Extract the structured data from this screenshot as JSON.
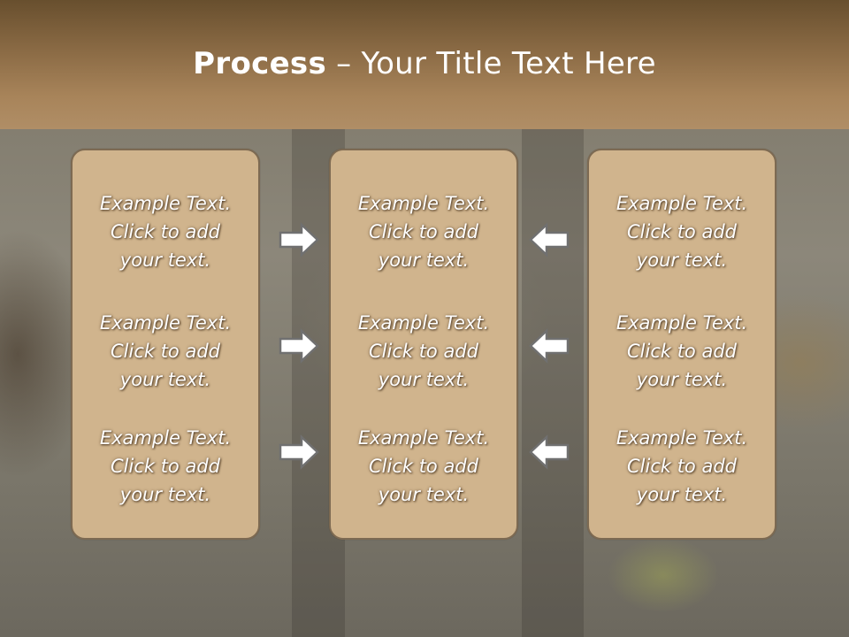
{
  "slide": {
    "title_bold": "Process",
    "title_rest": " – Your Title Text Here"
  },
  "columns": [
    {
      "items": [
        {
          "line1": "Example Text.",
          "line2": "Click  to add",
          "line3": "your text."
        },
        {
          "line1": "Example Text.",
          "line2": "Click  to add",
          "line3": "your text."
        },
        {
          "line1": "Example Text.",
          "line2": "Click  to add",
          "line3": "your text."
        }
      ]
    },
    {
      "items": [
        {
          "line1": "Example Text.",
          "line2": "Click  to add",
          "line3": "your text."
        },
        {
          "line1": "Example Text.",
          "line2": "Click  to add",
          "line3": "your text."
        },
        {
          "line1": "Example Text.",
          "line2": "Click  to add",
          "line3": "your text."
        }
      ]
    },
    {
      "items": [
        {
          "line1": "Example Text.",
          "line2": "Click  to add",
          "line3": "your text."
        },
        {
          "line1": "Example Text.",
          "line2": "Click  to add",
          "line3": "your text."
        },
        {
          "line1": "Example Text.",
          "line2": "Click  to add",
          "line3": "your text."
        }
      ]
    }
  ],
  "arrows": {
    "left_group": {
      "direction": "right",
      "icon": "arrow-right-icon"
    },
    "right_group": {
      "direction": "left",
      "icon": "arrow-left-icon"
    }
  },
  "colors": {
    "title_bar": "#8b6b45",
    "box_fill": "#d0b48d",
    "box_border": "#7d6a52",
    "arrow_fill": "#ffffff",
    "arrow_stroke": "#707070"
  }
}
